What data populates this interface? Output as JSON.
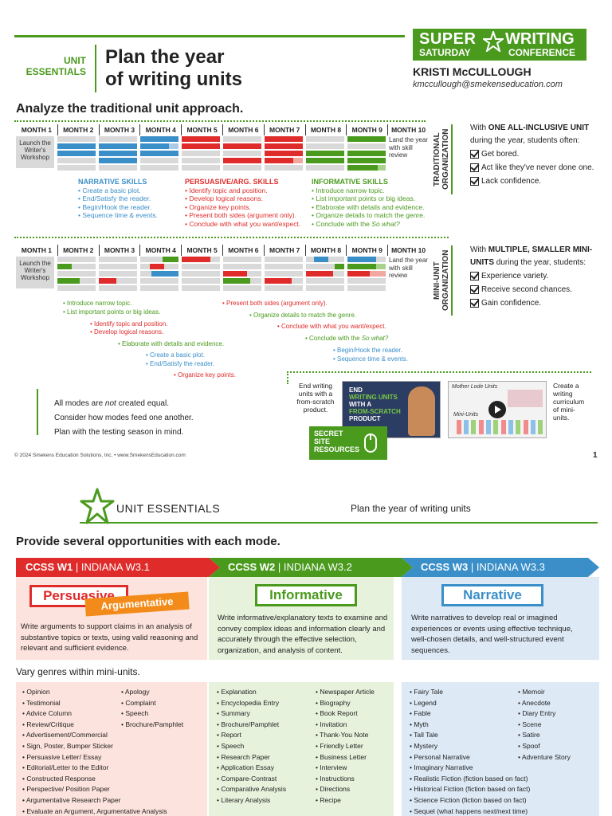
{
  "header": {
    "unit_essentials_line1": "UNIT",
    "unit_essentials_line2": "ESSENTIALS",
    "title_line1": "Plan the year",
    "title_line2": "of writing units",
    "logo_line1": "SUPER",
    "logo_line2": "SATURDAY",
    "logo_line3": "WRITING",
    "logo_line4": "CONFERENCE",
    "author": "KRISTI McCULLOUGH",
    "email": "kmccullough@smekenseducation.com"
  },
  "section1": {
    "heading": "Analyze the traditional unit approach.",
    "months": [
      "MONTH 1",
      "MONTH 2",
      "MONTH 3",
      "MONTH 4",
      "MONTH 5",
      "MONTH 6",
      "MONTH 7",
      "MONTH 8",
      "MONTH 9",
      "MONTH 10"
    ],
    "launch_text": "Launch the Writer's Workshop",
    "land_text": "Land the year with skill review",
    "narrative_title": "NARRATIVE SKILLS",
    "narrative_items": [
      "• Create a basic plot.",
      "• End/Satisfy the reader.",
      "• Begin/Hook the reader.",
      "• Sequence time & events."
    ],
    "persuasive_title": "PERSUASIVE/ARG. SKILLS",
    "persuasive_items": [
      "• Identify topic and position.",
      "• Develop logical reasons.",
      "• Organize key points.",
      "• Present both sides (argument only).",
      "• Conclude with what you want/expect."
    ],
    "informative_title": "INFORMATIVE SKILLS",
    "informative_items": [
      "• Introduce narrow topic.",
      "• List important points or big ideas.",
      "• Elaborate with details and evidence.",
      "• Organize details to match the genre."
    ],
    "informative_last_prefix": "• Conclude with the ",
    "informative_last_italic": "So what?",
    "side_label": "TRADITIONAL ORGANIZATION",
    "side_intro_a": "With ",
    "side_intro_b": "ONE ALL-INCLUSIVE UNIT",
    "side_intro_c": " during the year, students often:",
    "side_checks": [
      "Get bored.",
      "Act like they've never done one.",
      "Lack confidence."
    ]
  },
  "section2": {
    "side_label": "MINI-UNIT ORGANIZATION",
    "side_intro_a": "With ",
    "side_intro_b": "MULTIPLE, SMALLER MINI-UNITS",
    "side_intro_c": " during the year, students:",
    "side_checks": [
      "Experience variety.",
      "Receive second chances.",
      "Gain confidence."
    ],
    "notes": {
      "n1": "• Introduce narrow topic.",
      "n2": "• List important points or big ideas.",
      "n3": "• Identify topic and position.",
      "n4": "• Develop logical reasons.",
      "n5": "• Elaborate with details and evidence.",
      "n6": "• Create a basic plot.",
      "n7": "• End/Satisfy the reader.",
      "n8": "• Organize key points.",
      "n9": "• Present both sides (argument only).",
      "n10": "• Organize details to match the genre.",
      "n11": "• Conclude with what you want/expect.",
      "n12_prefix": "• Conclude with the ",
      "n12_italic": "So what?",
      "n13": "• Begin/Hook the reader.",
      "n14": "• Sequence time & events."
    }
  },
  "bottom": {
    "line1_a": "All modes are ",
    "line1_b": "not",
    "line1_c": " created equal.",
    "line2": "Consider how modes feed one another.",
    "line3": "Plan with the testing season in mind.",
    "promo_left": "End writing units with a from-scratch product.",
    "video_line1": "END",
    "video_line2": "WRITING UNITS",
    "video_line3": "WITH A",
    "video_line4": "FROM-SCRATCH",
    "video_line5": "PRODUCT",
    "video2_label1": "Mother Lode Units",
    "video2_label2": "Mini-Units",
    "promo_right": "Create a writing curriculum of mini-units.",
    "secret_line1": "SECRET",
    "secret_line2": "SITE",
    "secret_line3": "RESOURCES",
    "footer": "© 2024 Smekens Education Solutions, Inc.  •  www.SmekensEducation.com",
    "page_number": "1"
  },
  "page2": {
    "heading": "UNIT ESSENTIALS",
    "subheading": "Plan the year of writing units",
    "section_title": "Provide several opportunities with each mode.",
    "col1_arrow_bold": "CCSS W1",
    "col1_arrow_rest": " | INDIANA W3.1",
    "col2_arrow_bold": "CCSS W2",
    "col2_arrow_rest": " | INDIANA W3.2",
    "col3_arrow_bold": "CCSS W3",
    "col3_arrow_rest": " | INDIANA W3.3",
    "col1_label": "Persuasive",
    "col1_label2": "Argumentative",
    "col2_label": "Informative",
    "col3_label": "Narrative",
    "col1_body": "Write arguments to support claims in an analysis of substantive topics or texts, using valid reasoning and relevant and sufficient evidence.",
    "col2_body": "Write informative/explanatory texts to examine and convey complex ideas and information clearly and accurately through the effective selection, organization, and analysis of content.",
    "col3_body": "Write narratives to develop real or imagined experiences or events using effective technique, well-chosen details, and well-structured event sequences.",
    "vary": "Vary genres within mini-units.",
    "col1_list_a": [
      "• Opinion",
      "• Testimonial",
      "• Advice Column",
      "• Review/Critique",
      "• Advertisement/Commercial",
      "• Sign, Poster, Bumper Sticker",
      "• Persuasive Letter/ Essay",
      "• Editorial/Letter to the Editor",
      "• Constructed Response",
      "• Perspective/ Position Paper",
      "• Argumentative Research Paper",
      "• Evaluate an Argument, Argumentative Analysis"
    ],
    "col1_list_b": [
      "• Apology",
      "• Complaint",
      "• Speech",
      "• Brochure/Pamphlet"
    ],
    "col2_list_a": [
      "• Explanation",
      "• Encyclopedia Entry",
      "• Summary",
      "• Brochure/Pamphlet",
      "• Report",
      "• Speech",
      "• Research Paper",
      "• Application Essay",
      "• Compare-Contrast",
      "• Comparative Analysis",
      "• Literary Analysis"
    ],
    "col2_list_b": [
      "• Newspaper Article",
      "• Biography",
      "• Book Report",
      "• Invitation",
      "• Thank-You Note",
      "• Friendly Letter",
      "• Business Letter",
      "• Interview",
      "• Instructions",
      "• Directions",
      "• Recipe"
    ],
    "col3_list_a": [
      "• Fairy Tale",
      "• Legend",
      "• Fable",
      "• Myth",
      "• Tall Tale",
      "• Mystery",
      "• Personal Narrative",
      "• Imaginary Narrative",
      "• Realistic Fiction (fiction based on fact)",
      "• Historical Fiction (fiction based on fact)",
      "• Science Fiction (fiction based on fact)",
      "• Sequel (what happens next/next time)"
    ],
    "col3_list_b": [
      "• Memoir",
      "• Anecdote",
      "• Diary Entry",
      "• Scene",
      "• Satire",
      "• Spoof",
      "• Adventure Story"
    ]
  },
  "colors": {
    "green": "#4a9a1e",
    "blue": "#3a8fc8",
    "red": "#e02b2b",
    "orange": "#f38b1a",
    "gray": "#d9d9d9"
  }
}
